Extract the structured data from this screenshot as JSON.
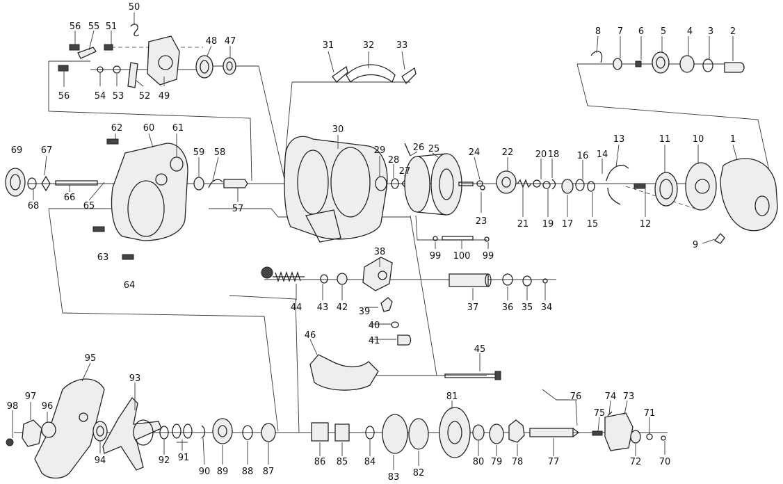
{
  "labels": {
    "p1": "1",
    "p2": "2",
    "p3": "3",
    "p4": "4",
    "p5": "5",
    "p6": "6",
    "p7": "7",
    "p8": "8",
    "p9": "9",
    "p10": "10",
    "p11": "11",
    "p12": "12",
    "p13": "13",
    "p14": "14",
    "p15": "15",
    "p16": "16",
    "p17": "17",
    "p18": "18",
    "p19": "19",
    "p20": "20",
    "p21": "21",
    "p22": "22",
    "p23": "23",
    "p24": "24",
    "p25": "25",
    "p26": "26",
    "p27": "27",
    "p28": "28",
    "p29": "29",
    "p30": "30",
    "p31": "31",
    "p32": "32",
    "p33": "33",
    "p34": "34",
    "p35": "35",
    "p36": "36",
    "p37": "37",
    "p38": "38",
    "p39": "39",
    "p40": "40",
    "p41": "41",
    "p42": "42",
    "p43": "43",
    "p44": "44",
    "p45": "45",
    "p46": "46",
    "p47": "47",
    "p48": "48",
    "p49": "49",
    "p50": "50",
    "p51": "51",
    "p52": "52",
    "p53": "53",
    "p54": "54",
    "p55": "55",
    "p56a": "56",
    "p56b": "56",
    "p57": "57",
    "p58": "58",
    "p59": "59",
    "p60": "60",
    "p61": "61",
    "p62": "62",
    "p63": "63",
    "p64": "64",
    "p65": "65",
    "p66": "66",
    "p67": "67",
    "p68": "68",
    "p69": "69",
    "p70": "70",
    "p71": "71",
    "p72": "72",
    "p73": "73",
    "p74": "74",
    "p75": "75",
    "p76": "76",
    "p77": "77",
    "p78": "78",
    "p79": "79",
    "p80": "80",
    "p81": "81",
    "p82": "82",
    "p83": "83",
    "p84": "84",
    "p85": "85",
    "p86": "86",
    "p87": "87",
    "p88": "88",
    "p89": "89",
    "p90": "90",
    "p91": "91",
    "p92": "92",
    "p93": "93",
    "p94": "94",
    "p95": "95",
    "p96": "96",
    "p97": "97",
    "p98": "98",
    "p99a": "99",
    "p99b": "99",
    "p100": "100"
  }
}
